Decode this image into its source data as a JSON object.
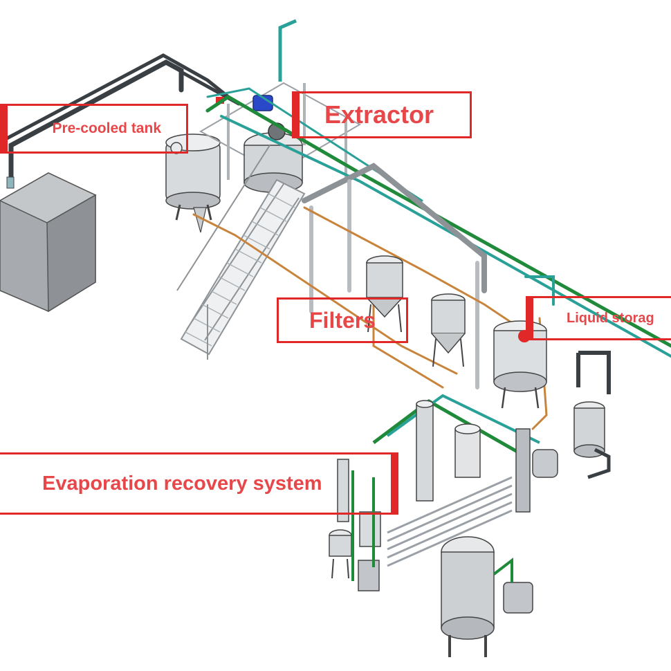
{
  "labels": {
    "precooled_tank": "Pre-cooled tank",
    "extractor": "Extractor",
    "filters": "Filters",
    "liquid_storage": "Liquid storag",
    "evaporation_recovery": "Evaporation recovery system"
  },
  "colors": {
    "label_red": "#e8474a",
    "box_red": "#e02828",
    "pipe_green": "#1f8a3a",
    "pipe_teal": "#2aa198",
    "pipe_orange": "#c8843a",
    "pipe_dark": "#3a3f44",
    "equipment_gray": "#c9cdd0"
  }
}
